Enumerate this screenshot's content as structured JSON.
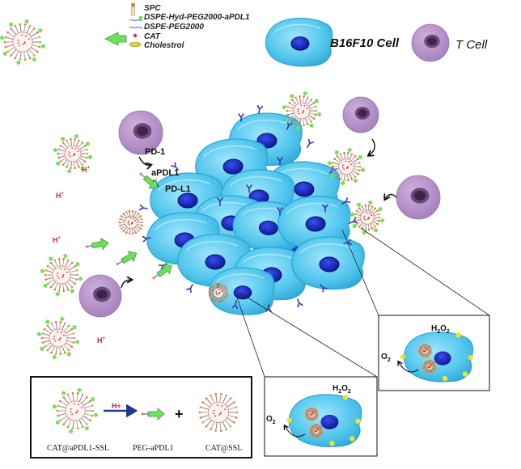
{
  "legend": {
    "items": [
      "SPC",
      "DSPE-Hyd-PEG2000-aPDL1",
      "DSPE-PEG2000",
      "CAT",
      "Cholestrol"
    ],
    "tumor_cell": "B16F10 Cell",
    "t_cell": "T Cell"
  },
  "labels": {
    "pd1": "PD-1",
    "apdl1": "aPDL1",
    "pdl1": "PD-L1",
    "h_plus": "H",
    "h_plus_sup": "+"
  },
  "insets": {
    "h2o2": "H",
    "h2o2_sub": "2",
    "h2o2_o": "O",
    "h2o2_sub2": "2",
    "o2": "O",
    "o2_sub": "2"
  },
  "bottom": {
    "arrow_label": "H+",
    "plus": "+",
    "captions": [
      "CAT@aPDL1-SSL",
      "PEG-aPDL1",
      "CAT@SSL"
    ]
  },
  "colors": {
    "cell_fill": "#55c8ee",
    "cell_edge": "#2aa4d6",
    "nucleus": "#1525c0",
    "t_cell": "#b692c9",
    "t_nucleus": "#6a4a7a",
    "receptor": "#3a3aa8",
    "ab_green": "#6ee05a",
    "h_plus": "#e02020",
    "h2o2_dot": "#f2e02a"
  }
}
